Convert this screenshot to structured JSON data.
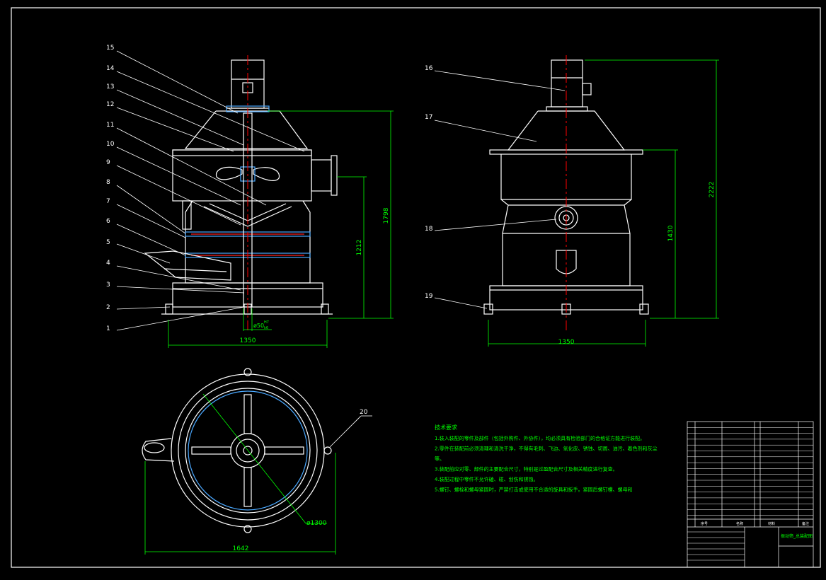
{
  "colors": {
    "background": "#000000",
    "outline": "#ffffff",
    "dimension": "#00ff00",
    "leader": "#ffffff",
    "centerline": "#ff0000",
    "hatch": "#ff2020",
    "parts": "#4aa8ff",
    "notes": "#00ff00",
    "title_block": "#ffffff",
    "title_accent": "#00ff00"
  },
  "part_labels_front": [
    "15",
    "14",
    "13",
    "12",
    "11",
    "10",
    "9",
    "8",
    "7",
    "6",
    "5",
    "4",
    "3",
    "2",
    "1"
  ],
  "part_labels_side": [
    "16",
    "17",
    "18",
    "19"
  ],
  "part_label_plan": "20",
  "dimensions": {
    "front_height": "1798",
    "front_inner_height": "1212",
    "front_width": "1350",
    "shaft_dia": "ø50",
    "shaft_tol_upper": "H7",
    "shaft_tol_lower": "k6",
    "side_height": "2222",
    "side_inner_height": "1430",
    "side_width": "1350",
    "plan_dia": "ø1300",
    "plan_width": "1642"
  },
  "notes": {
    "title": "技术要求",
    "lines": [
      "1.装入装配的零件及部件（包括外购件、外协件），均必须具有检验部门的合格证方能进行装配。",
      "2.零件在装配前必须清理和清洗干净，不得有毛刺、飞边、氧化皮、锈蚀、切屑、油污、着色剂和灰尘",
      "等。",
      "3.装配前应对零、部件的主要配合尺寸，特别是过盈配合尺寸及相关精度进行复查。",
      "4.装配过程中零件不允许磕、碰、划伤和锈蚀。",
      "5.螺钉、螺栓和螺母紧固时，严禁打击或使用不合适的旋具和扳手。紧固后螺钉槽、螺母和"
    ]
  },
  "title_block": {
    "drawing_name": "振动筛_总装配图",
    "col_labels": [
      "序号",
      "名称",
      "材料",
      "备注"
    ]
  }
}
